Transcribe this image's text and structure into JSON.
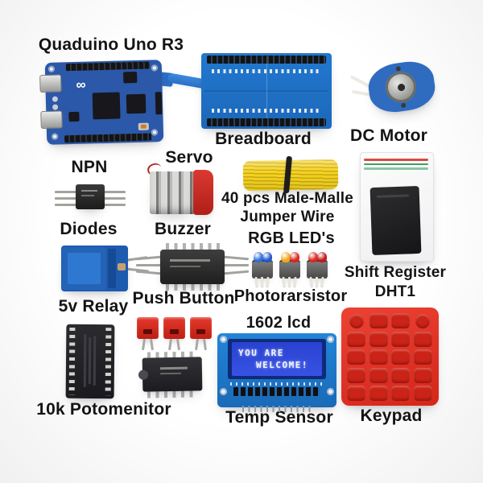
{
  "scene": {
    "description": "Quaduino Uno R3 electronics starter kit flat-lay photo"
  },
  "labels": {
    "board": "Quaduino Uno R3",
    "breadboard": "Breadboard",
    "dc_motor": "DC Motor",
    "npn": "NPN",
    "servo": "Servo",
    "jumper_line1": "40 pcs Male-Malle",
    "jumper_line2": "Jumper Wire",
    "diodes": "Diodes",
    "buzzer": "Buzzer",
    "rgb_leds": "RGB LED's",
    "shift_register_line1": "Shift Register",
    "shift_register_line2": "DHT1",
    "relay": "5v Relay",
    "push_button": "Push Button",
    "photoresistor": "Photorarsistor",
    "lcd": "1602 lcd",
    "potentiometer": "10k Potomenitor",
    "temp_sensor": "Temp Sensor",
    "keypad": "Keypad"
  },
  "lcd_screen": {
    "line1": "YOU ARE",
    "line2": "WELCOME!"
  },
  "colors": {
    "arduino_blue": "#2b58a8",
    "breadboard_blue": "#1e6fc4",
    "lcd_board_blue": "#1d78ca",
    "lcd_screen_blue": "#2e46d6",
    "keypad_red": "#e23428",
    "button_red": "#d62a1e",
    "buzzer_cap_red": "#c3231d",
    "jumper_yellow": "#f3d222",
    "relay_blue": "#2e78d2",
    "label_text": "#141414",
    "background": "#f7f7f7"
  }
}
